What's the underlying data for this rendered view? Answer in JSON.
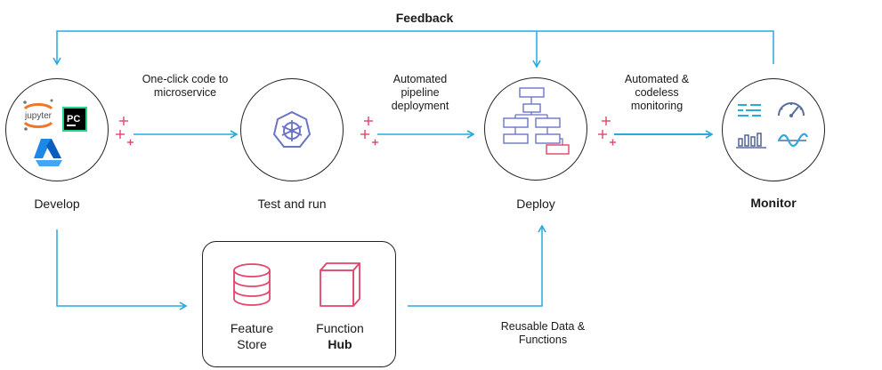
{
  "feedback": {
    "label": "Feedback"
  },
  "nodes": {
    "develop": {
      "label": "Develop",
      "jupyter_text": "jupyter",
      "pycharm_text": "PC"
    },
    "test": {
      "label": "Test and run"
    },
    "deploy": {
      "label": "Deploy"
    },
    "monitor": {
      "label": "Monitor"
    }
  },
  "edges": {
    "develop_to_test": {
      "line1": "One-click code to",
      "line2": "microservice"
    },
    "test_to_deploy": {
      "line1": "Automated",
      "line2": "pipeline",
      "line3": "deployment"
    },
    "deploy_to_monitor": {
      "line1": "Automated &",
      "line2": "codeless",
      "line3": "monitoring"
    },
    "hub_to_deploy": {
      "line1": "Reusable Data &",
      "line2": "Functions"
    }
  },
  "stores": {
    "feature_store": {
      "line1": "Feature",
      "line2": "Store"
    },
    "function_hub": {
      "line1": "Function",
      "line2": "Hub"
    }
  },
  "colors": {
    "arrow": "#29a9e0",
    "plus": "#e0456a",
    "db": "#e0456a",
    "pipeline": "#6b74c4",
    "monitor_dark": "#5a6c9c",
    "monitor_accent": "#29a9e0",
    "pycharm_green": "#21d789",
    "jupyter_orange": "#f37626",
    "azure_blue": "#1e88e5",
    "kubernetes": "#6b74c4"
  }
}
